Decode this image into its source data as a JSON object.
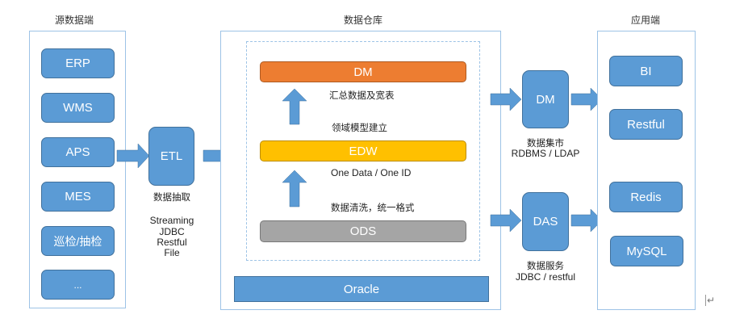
{
  "sections": {
    "source": {
      "title": "源数据端",
      "items": [
        "ERP",
        "WMS",
        "APS",
        "MES",
        "巡检/抽检",
        "..."
      ]
    },
    "etl": {
      "label": "ETL",
      "caption": "数据抽取",
      "methods": [
        "Streaming",
        "JDBC",
        "Restful",
        "File"
      ]
    },
    "warehouse": {
      "title": "数据仓库",
      "layers": {
        "dm": "DM",
        "edw": "EDW",
        "ods": "ODS"
      },
      "annotations": {
        "dm_arrow": "汇总数据及宽表",
        "edw_top": "领域模型建立",
        "edw_bottom": "One Data / One ID",
        "ods_arrow": "数据清洗，统一格式"
      },
      "storage": "Oracle"
    },
    "services": {
      "dm": {
        "label": "DM",
        "caption": "数据集市",
        "sub": "RDBMS / LDAP"
      },
      "das": {
        "label": "DAS",
        "caption": "数据服务",
        "sub": "JDBC / restful"
      }
    },
    "apps": {
      "title": "应用端",
      "items": [
        "BI",
        "Restful",
        "Redis",
        "MySQL"
      ]
    }
  },
  "colors": {
    "blue": "#5b9bd5",
    "orange": "#ed7d31",
    "yellow": "#ffc000",
    "gray": "#a5a5a5",
    "panel_border": "#9dc3e6"
  },
  "cursor_glyph": "↵"
}
